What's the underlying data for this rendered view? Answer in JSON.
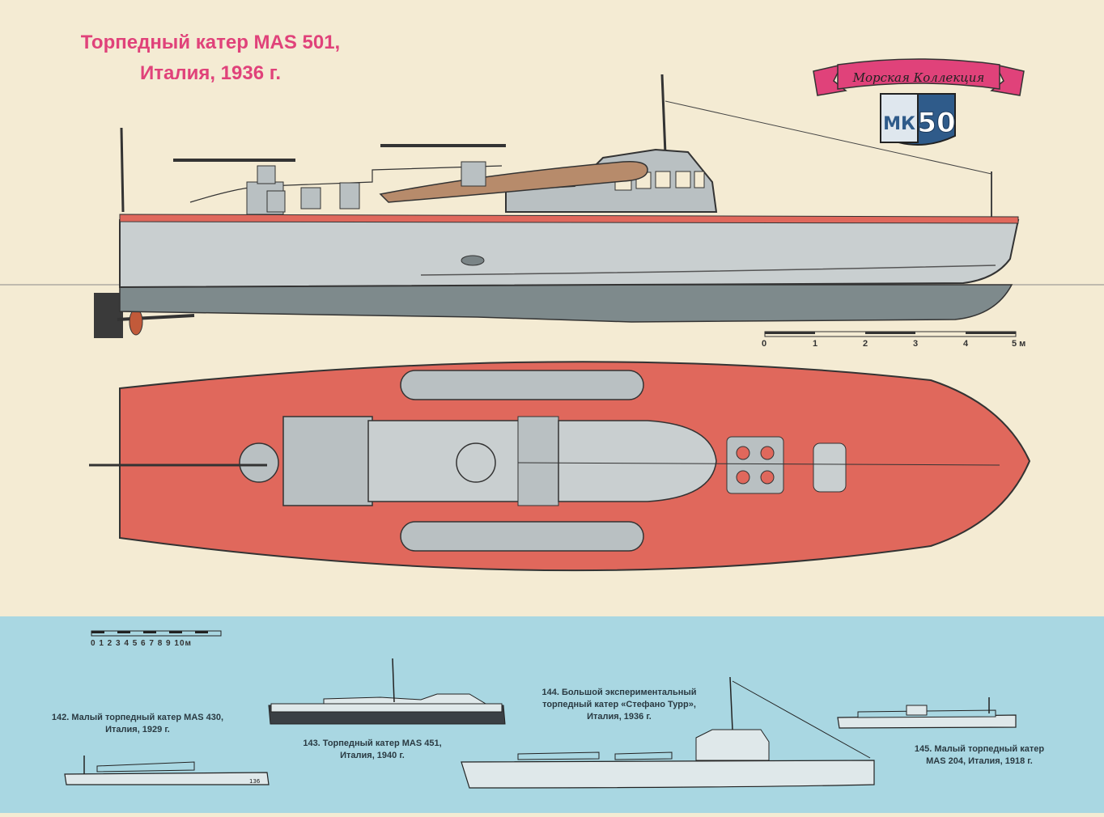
{
  "title": {
    "line1": "Торпедный катер MAS 501,",
    "line2": "Италия, 1936 г."
  },
  "emblem": {
    "ribbon_text": "Морская Коллекция",
    "monogram": "МК",
    "number": "50"
  },
  "scale_main": {
    "ticks": [
      "0",
      "1",
      "2",
      "3",
      "4",
      "5 м"
    ]
  },
  "scale_small": {
    "ticks": "0 1 2 3 4 5 6 7 8 9 10м"
  },
  "captions": {
    "c142": "142. Малый торпедный катер MAS 430,\nИталия, 1929 г.",
    "c143": "143. Торпедный катер MAS 451,\nИталия, 1940 г.",
    "c144": "144. Большой экспериментальный\nторпедный катер «Стефано Турр»,\nИталия, 1936 г.",
    "c145": "145. Малый торпедный катер\nMAS 204, Италия, 1918 г."
  },
  "hull_number": "136",
  "colors": {
    "title": "#e0427a",
    "deck_red": "#e0685c",
    "hull_gray": "#c9cfd0",
    "underwater": "#7e8a8c",
    "panel_blue": "#a9d7e2",
    "paper": "#f4ebd3"
  }
}
